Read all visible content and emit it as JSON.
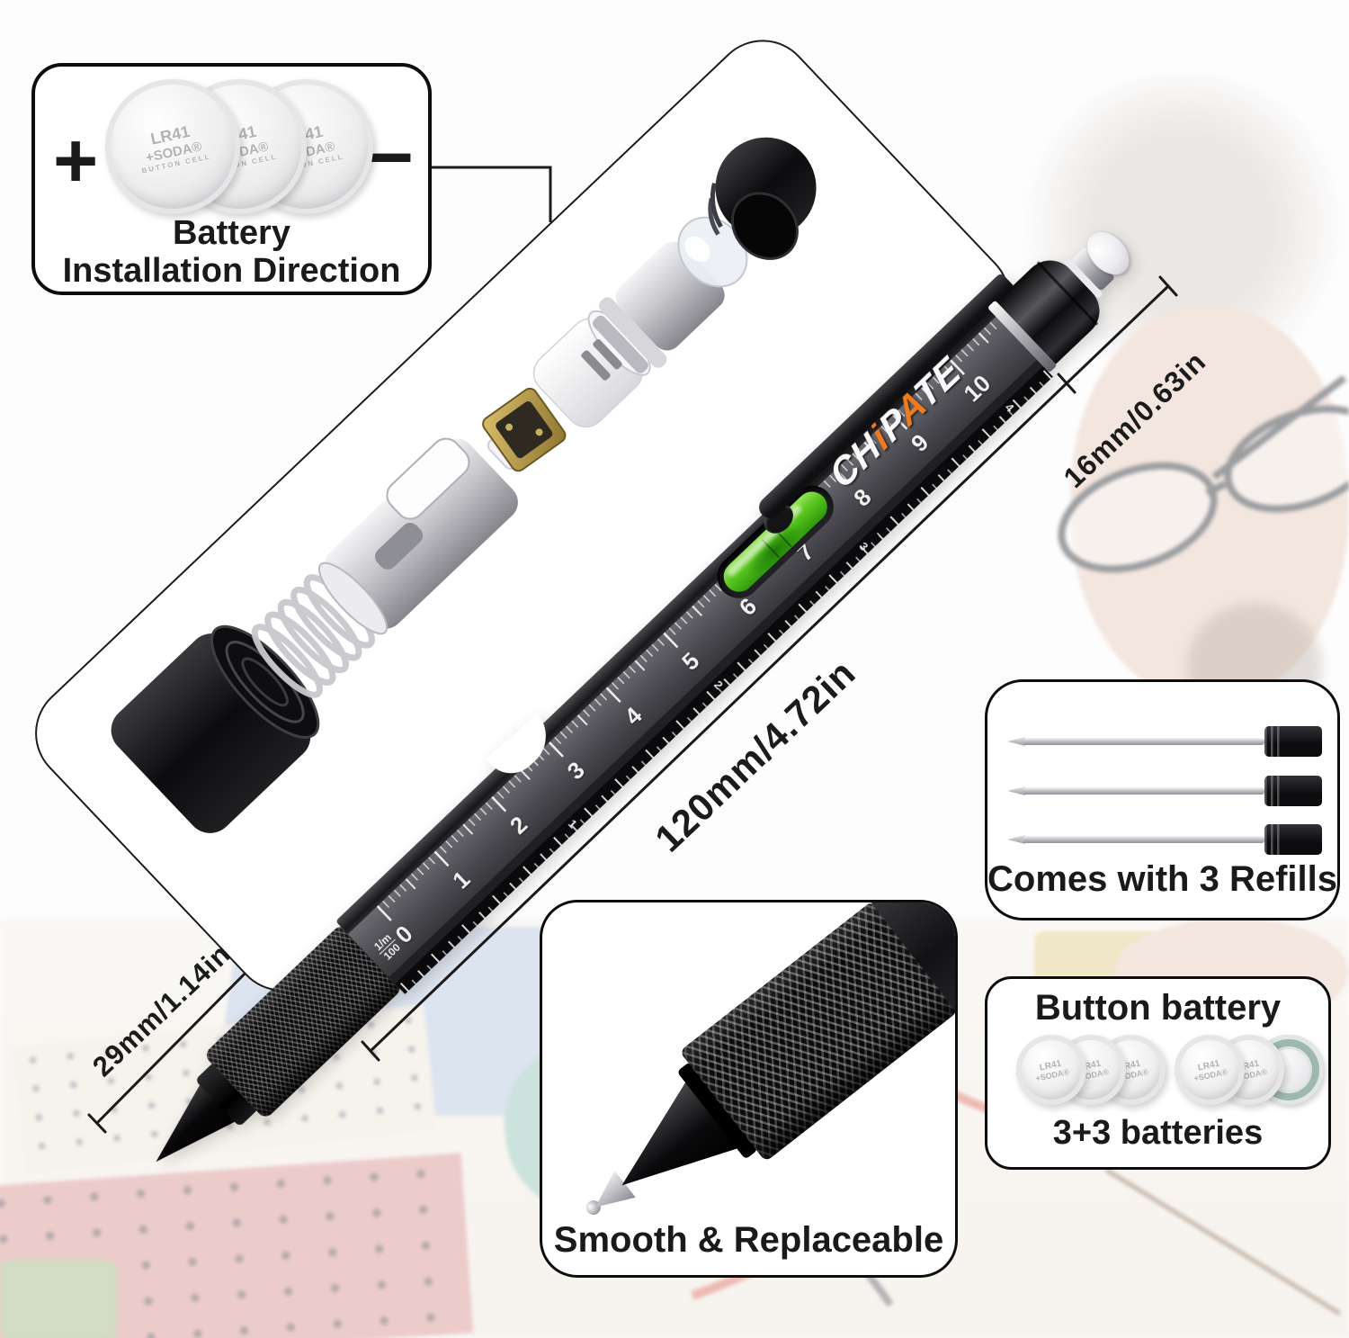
{
  "colors": {
    "accent_orange": "#ee7b1e",
    "level_green": "#57c41d",
    "pen_black": "#141416",
    "face_gray": "#4e4e54"
  },
  "battery_install_box": {
    "plus": "+",
    "minus": "−",
    "title_line1": "Battery",
    "title_line2": "Installation Direction",
    "cell_face": {
      "line1": "LR41",
      "line2": "+SODA®",
      "line3": "BUTTON CELL"
    }
  },
  "brand": {
    "name": "CHIPATE",
    "letters": [
      {
        "ch": "C"
      },
      {
        "ch": "H"
      },
      {
        "ch": "i",
        "accent": true
      },
      {
        "ch": "P"
      },
      {
        "ch": "A",
        "accent": true
      },
      {
        "ch": "T"
      },
      {
        "ch": "E"
      }
    ]
  },
  "pen_ruler": {
    "cm_numbers": [
      "0",
      "1",
      "2",
      "3",
      "4",
      "5",
      "6",
      "7",
      "8",
      "9",
      "10"
    ],
    "scale_fraction_top": "1/m",
    "scale_fraction_bottom": "100",
    "inch_numbers": [
      "1",
      "2",
      "3",
      "4"
    ]
  },
  "dimension_labels": {
    "body_length": "120mm/4.72in",
    "cap_length": "16mm/0.63in",
    "grip_length": "29mm/1.14in"
  },
  "refills_box": {
    "label": "Comes with 3 Refills"
  },
  "button_battery_box": {
    "title": "Button battery",
    "caption": "3+3 batteries"
  },
  "smooth_box": {
    "label": "Smooth & Replaceable"
  }
}
